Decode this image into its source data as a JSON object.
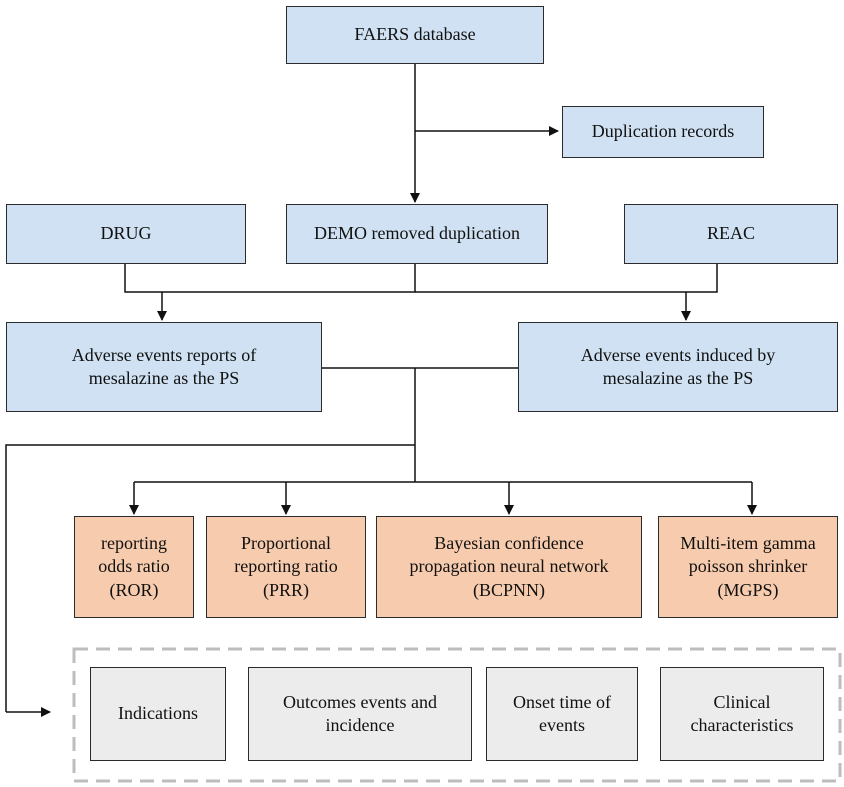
{
  "diagram": {
    "nodes": {
      "faers": "FAERS database",
      "duplication": "Duplication records",
      "drug": "DRUG",
      "demo": "DEMO removed duplication",
      "reac": "REAC",
      "ae_reports": "Adverse events reports of\nmesalazine  as the PS",
      "ae_induced": "Adverse events induced by\nmesalazine  as the PS",
      "ror": "reporting\nodds ratio\n(ROR)",
      "prr": "Proportional\nreporting  ratio\n(PRR)",
      "bcpnn": "Bayesian  confidence\npropagation neural network\n(BCPNN)",
      "mgps": "Multi-item  gamma\npoisson shrinker\n(MGPS)",
      "indications": "Indications",
      "outcomes": "Outcomes events and\nincidence",
      "onset": "Onset time  of\nevents",
      "clinical": "Clinical\ncharacteristics"
    },
    "colors": {
      "blue_fill": "#cfe1f2",
      "orange_fill": "#f7cbad",
      "gray_fill": "#ececec",
      "border": "#2b2b2b",
      "dashed_border": "#bdbdbd"
    }
  }
}
